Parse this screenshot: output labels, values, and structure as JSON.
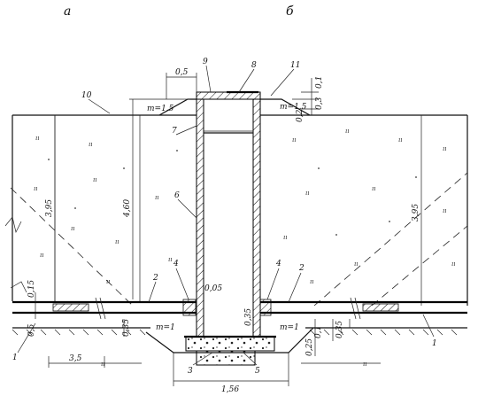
{
  "views": {
    "left": "а",
    "right": "б"
  },
  "dimensions": {
    "top_width": "0,5",
    "slope_left": "m=1.5",
    "slope_right": "m=1.5",
    "top_01": "0,1",
    "top_03": "0,3",
    "top_02": "0,2",
    "h_left": "3,95",
    "h_shaft": "4,60",
    "h_right": "3,95",
    "gap": "0,05",
    "h_015": "0,15",
    "h_05": "0,5",
    "bottom_slope_left": "m=1",
    "bottom_slope_right": "m=1",
    "h_035": "0,35",
    "h_01": "0,1",
    "h_035b": "0,35",
    "h_035c": "0,35",
    "h_025": "0,25",
    "width_35": "3,5",
    "width_156": "1,56",
    "fill_mark": "ıı",
    "break_mark": "ıı"
  },
  "callouts": {
    "c1": "1",
    "c1b": "1",
    "c2": "2",
    "c2b": "2",
    "c3": "3",
    "c4": "4",
    "c4b": "4",
    "c5": "5",
    "c6": "6",
    "c7": "7",
    "c8": "8",
    "c9": "9",
    "c10": "10",
    "c11": "11"
  }
}
